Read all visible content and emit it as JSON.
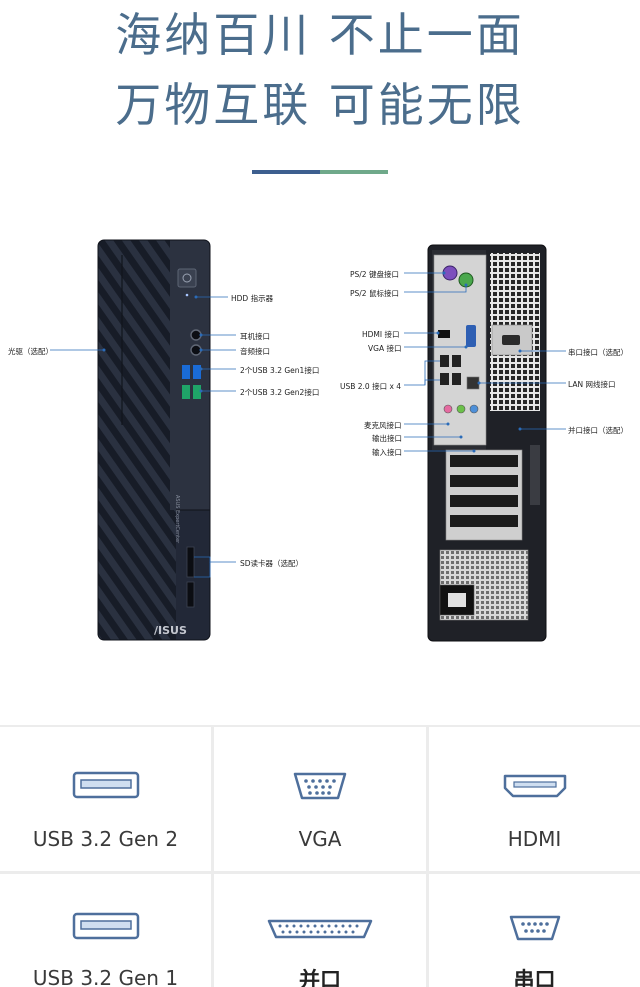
{
  "headline": {
    "line1": "海纳百川 不止一面",
    "line2": "万物互联 可能无限"
  },
  "colors": {
    "title": "#4b6d8c",
    "divider_left": "#3d5f8f",
    "divider_right": "#6fa98a",
    "icon_stroke": "#4e6f9c",
    "icon_fill": "#cfdef0"
  },
  "front_panel": {
    "labels": {
      "optical": "光驱（选配）",
      "hdd": "HDD 指示器",
      "headphone": "耳机接口",
      "audio": "音频接口",
      "usb_gen1": "2个USB 3.2 Gen1接口",
      "usb_gen2": "2个USB 3.2 Gen2接口",
      "sd": "SD读卡器（选配）"
    },
    "side_text": "ASUS ExpertCenter",
    "logo": "/ISUS"
  },
  "rear_panel": {
    "labels": {
      "ps2_kb": "PS/2 键盘接口",
      "ps2_mouse": "PS/2 鼠标接口",
      "hdmi": "HDMI 接口",
      "vga": "VGA 接口",
      "usb2": "USB 2.0 接口 x 4",
      "mic": "麦克风接口",
      "line_out": "输出接口",
      "line_in": "输入接口",
      "serial": "串口接口（选配）",
      "lan": "LAN 网线接口",
      "parallel": "并口接口（选配）"
    }
  },
  "ports": [
    {
      "name": "USB 3.2 Gen 2",
      "icon": "usb-icon"
    },
    {
      "name": "VGA",
      "icon": "vga-icon"
    },
    {
      "name": "HDMI",
      "icon": "hdmi-icon"
    },
    {
      "name": "USB 3.2 Gen 1",
      "icon": "usb-icon"
    },
    {
      "name": "并口",
      "icon": "parallel-port-icon"
    },
    {
      "name": "串口",
      "icon": "serial-port-icon"
    }
  ]
}
